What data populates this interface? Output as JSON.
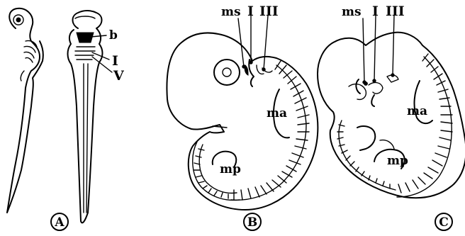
{
  "panels": [
    {
      "id": "A",
      "labels": {
        "b": "b",
        "I": "I",
        "V": "V"
      }
    },
    {
      "id": "B",
      "labels": {
        "ms": "ms",
        "I": "I",
        "III": "III",
        "ma": "ma",
        "mp": "mp"
      }
    },
    {
      "id": "C",
      "labels": {
        "ms": "ms",
        "I": "I",
        "III": "III",
        "ma": "ma",
        "mp": "mp"
      }
    }
  ]
}
